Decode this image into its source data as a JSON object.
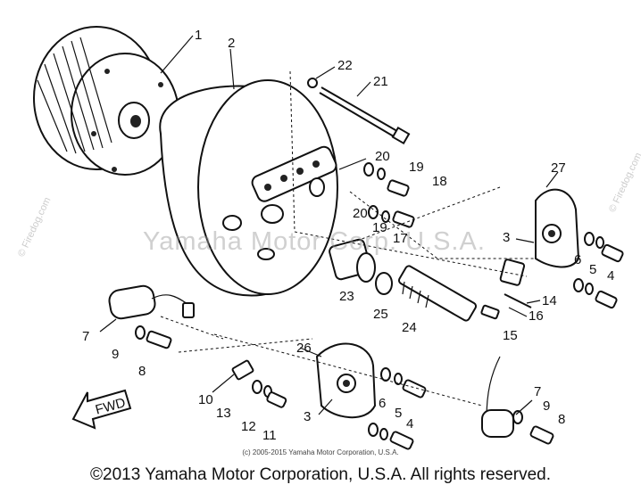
{
  "watermark": "Yamaha Motor Corp. U.S.A.",
  "side_watermark": "© Firedog.com",
  "small_copyright": "(c) 2005-2015 Yamaha Motor Corporation, U.S.A.",
  "main_copyright": "©2013 Yamaha Motor Corporation, U.S.A. All rights reserved.",
  "fwd_label": "FWD",
  "callouts": {
    "n1": "1",
    "n2": "2",
    "n22": "22",
    "n21": "21",
    "n20a": "20",
    "n19a": "19",
    "n18": "18",
    "n20b": "20",
    "n19b": "19",
    "n17": "17",
    "n27": "27",
    "n3a": "3",
    "n6a": "6",
    "n5a": "5",
    "n4a": "4",
    "n14": "14",
    "n16": "16",
    "n15": "15",
    "n23": "23",
    "n25": "25",
    "n24": "24",
    "n7a": "7",
    "n9a": "9",
    "n8a": "8",
    "n26": "26",
    "n10": "10",
    "n13": "13",
    "n12": "12",
    "n11": "11",
    "n3b": "3",
    "n6b": "6",
    "n5b": "5",
    "n4b": "4",
    "n7b": "7",
    "n9b": "9",
    "n8b": "8"
  }
}
